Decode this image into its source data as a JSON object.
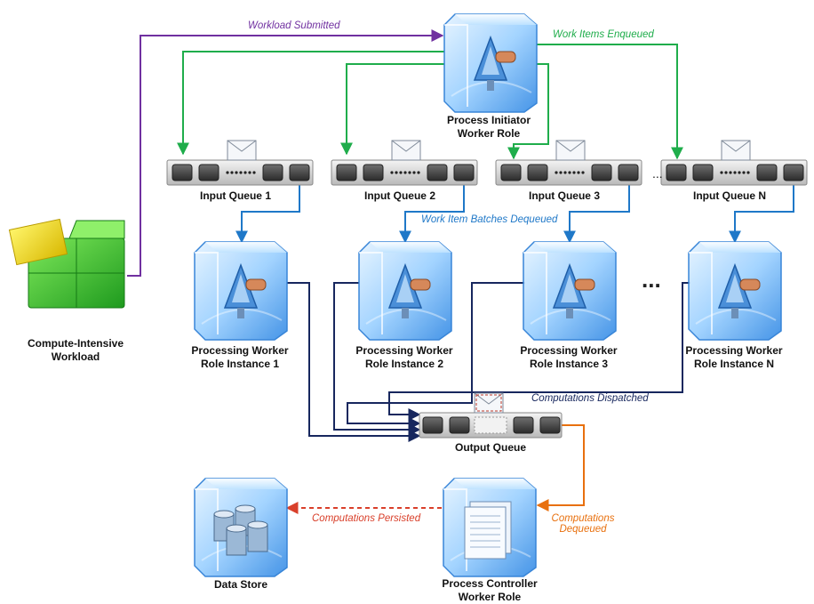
{
  "colors": {
    "workload_arrow": "#7030a0",
    "enqueue_arrow": "#1fad4b",
    "dequeue_arrow": "#1f78c8",
    "dispatch_arrow": "#17275e",
    "persist_arrow": "#d9402b",
    "controller_arrow": "#e8700e"
  },
  "nodes": {
    "workload": "Compute-Intensive\nWorkload",
    "initiator": "Process Initiator\nWorker Role",
    "queues": [
      "Input Queue 1",
      "Input Queue 2",
      "Input Queue 3",
      "Input Queue N"
    ],
    "workers": [
      "Processing Worker\nRole Instance 1",
      "Processing Worker\nRole Instance 2",
      "Processing Worker\nRole Instance 3",
      "Processing Worker\nRole Instance N"
    ],
    "output_queue": "Output Queue",
    "data_store": "Data Store",
    "controller": "Process Controller\nWorker Role"
  },
  "flows": {
    "workload_submitted": "Workload Submitted",
    "work_items_enqueued": "Work Items Enqueued",
    "batches_dequeued": "Work Item Batches Dequeued",
    "computations_dispatched": "Computations Dispatched",
    "computations_persisted": "Computations Persisted",
    "computations_dequeued": "Computations\nDequeued"
  },
  "ellipses": {
    "queue_gap": "...",
    "worker_gap": "..."
  }
}
